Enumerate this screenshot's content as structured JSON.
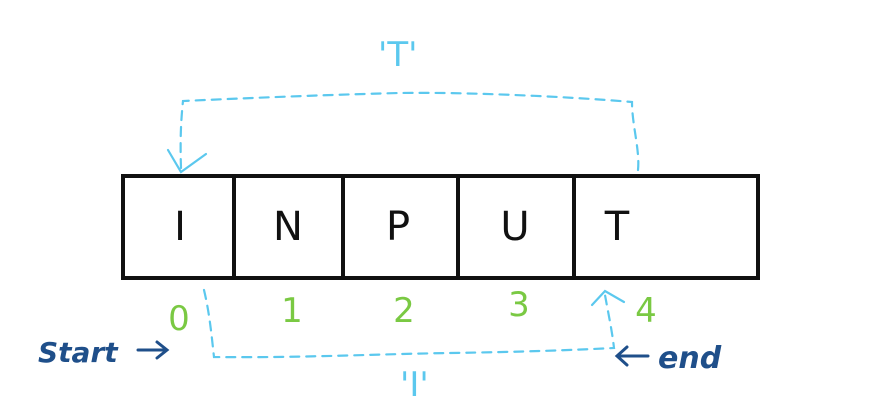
{
  "diagram": {
    "cells": [
      {
        "char": "I"
      },
      {
        "char": "N"
      },
      {
        "char": "P"
      },
      {
        "char": "U"
      },
      {
        "char": "T"
      }
    ],
    "indices": [
      "0",
      "1",
      "2",
      "3",
      "4"
    ],
    "start_label": "Start",
    "end_label": "end",
    "top_swap_label": "'T'",
    "bottom_swap_label": "'I'",
    "colors": {
      "box_stroke": "#111111",
      "letters": "#111111",
      "indices": "#7ac943",
      "swap_arrows": "#5bc8ee",
      "pointer_labels": "#1f4f8a"
    },
    "icons": {
      "start_pointer": "right-arrow-icon",
      "end_pointer": "left-arrow-icon"
    }
  }
}
